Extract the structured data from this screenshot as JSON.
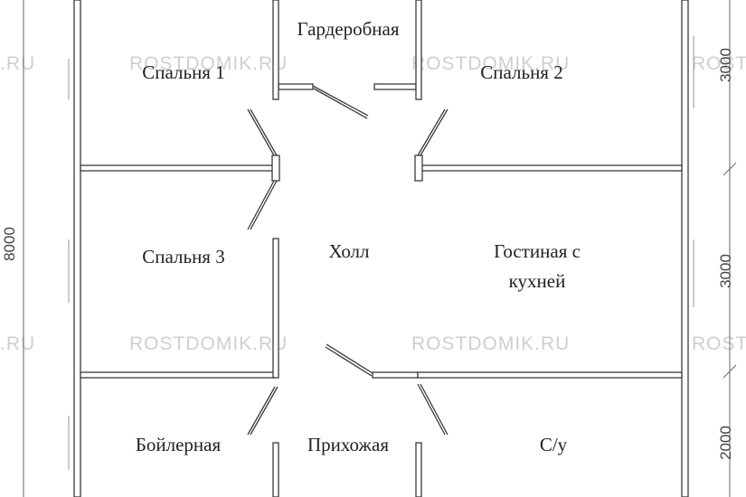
{
  "rooms": {
    "garderobnaya": "Гардеробная",
    "spalnya1": "Спальня 1",
    "spalnya2": "Спальня 2",
    "spalnya3": "Спальня 3",
    "holl": "Холл",
    "gostinaya_line1": "Гостиная с",
    "gostinaya_line2": "кухней",
    "boylernaya": "Бойлерная",
    "prihozhaya": "Прихожая",
    "su": "С/у"
  },
  "dimensions": {
    "total_height": "8000",
    "right_top": "3000",
    "right_mid": "3000",
    "right_bottom": "2000"
  },
  "watermark": {
    "text": "ROSTDOMIK.RU",
    "partial_left": ".RU",
    "partial_right": "ROST"
  }
}
